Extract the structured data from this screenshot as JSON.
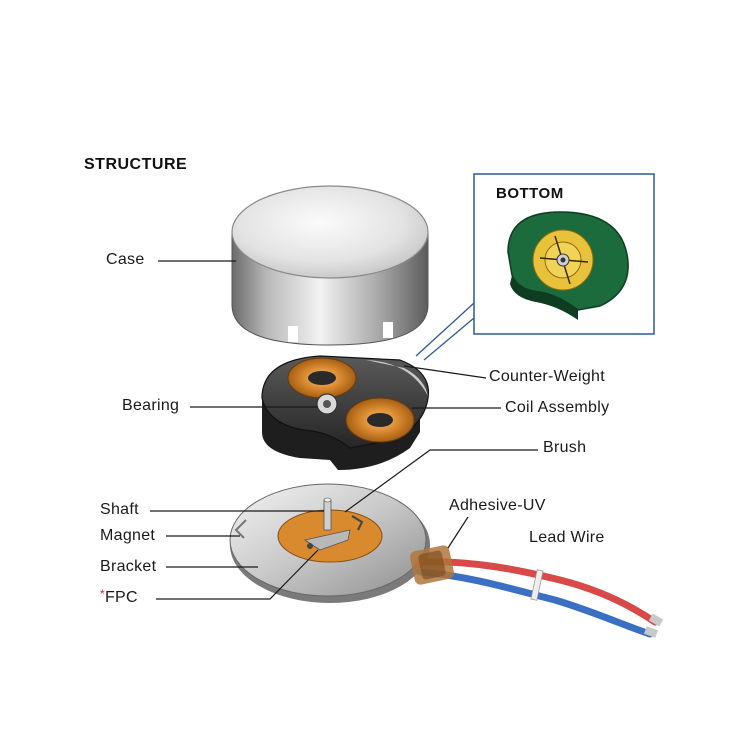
{
  "headings": {
    "structure": "STRUCTURE",
    "bottom": "BOTTOM"
  },
  "labels": {
    "case": "Case",
    "bearing": "Bearing",
    "counter_weight": "Counter-Weight",
    "coil_assembly": "Coil Assembly",
    "brush": "Brush",
    "shaft": "Shaft",
    "magnet": "Magnet",
    "bracket": "Bracket",
    "fpc_marker": "*",
    "fpc": "FPC",
    "adhesive_uv": "Adhesive-UV",
    "lead_wire": "Lead Wire"
  },
  "colors": {
    "frame": "#2f5a92",
    "fpc_marker": "#d62020",
    "coil": "#d9892e",
    "pcb": "#1c6b3c",
    "wire_red": "#d84a4a",
    "wire_blue": "#3a6fc4"
  }
}
